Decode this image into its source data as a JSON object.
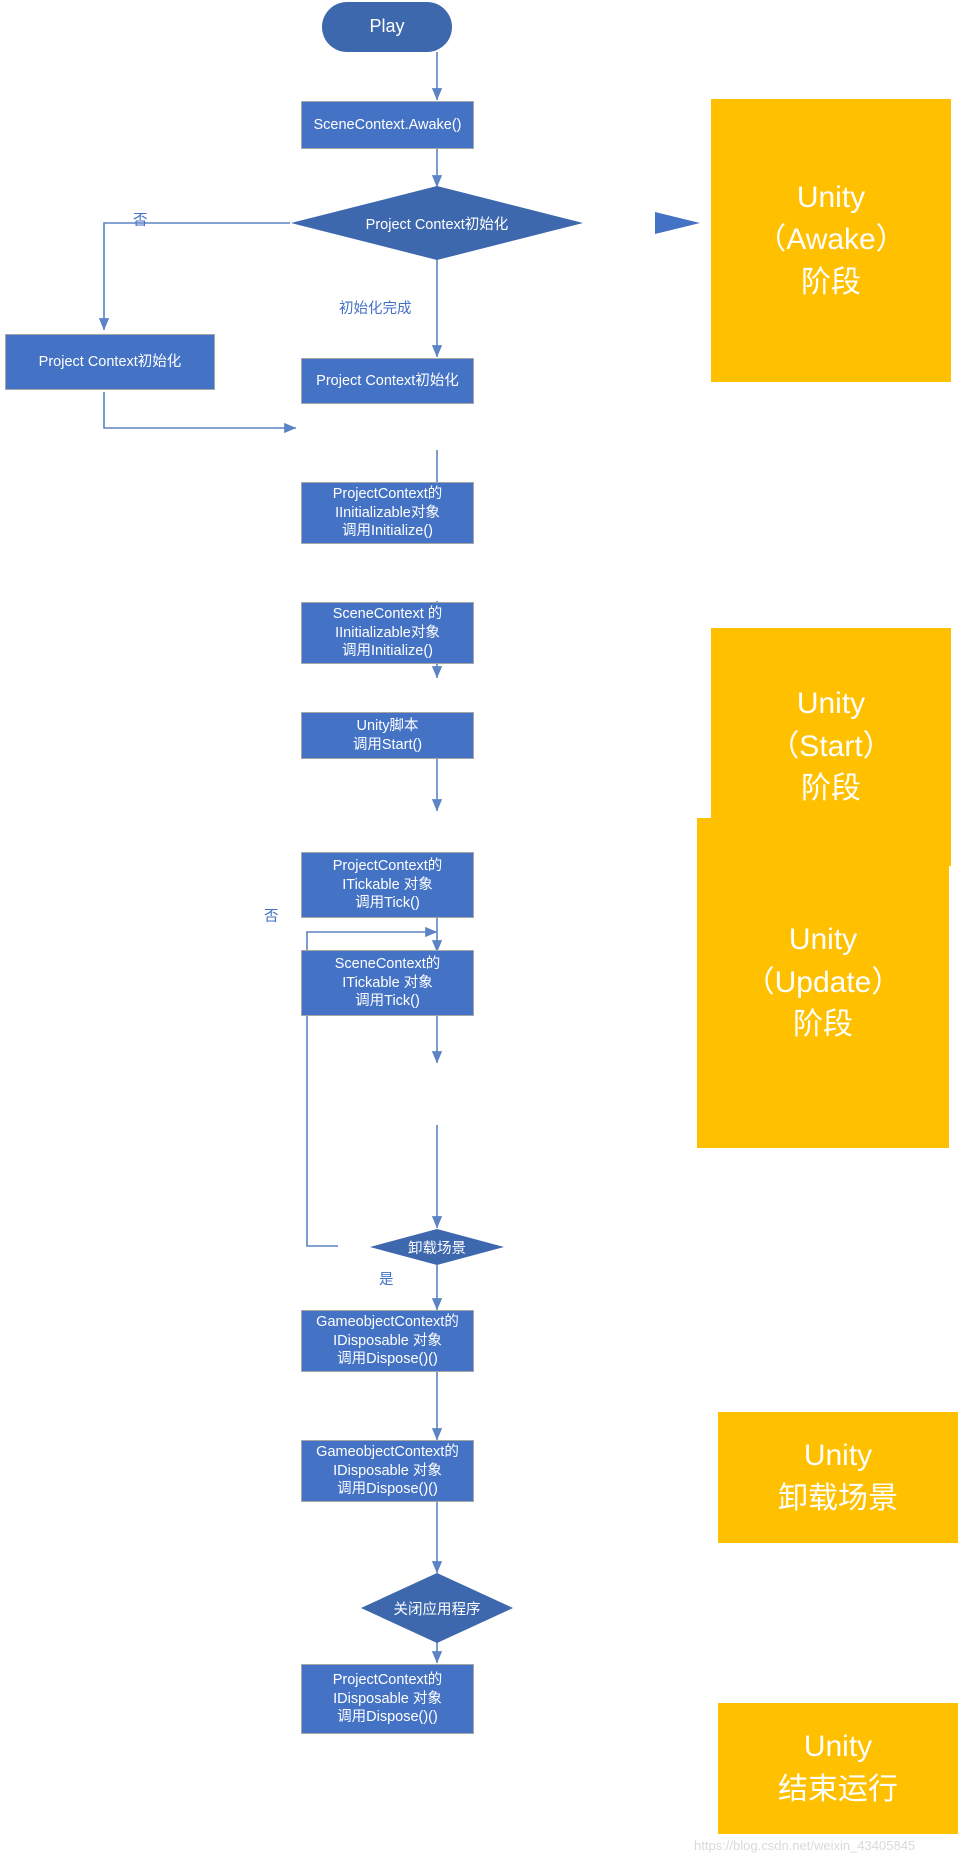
{
  "diagram": {
    "title": "Zenject Unity lifecycle flowchart",
    "colors": {
      "process_fill": "#4472c4",
      "terminator_fill": "#3d68ad",
      "decision_fill": "#3d68ad",
      "phase_fill": "#ffc000",
      "connector_stroke": "#5b84c4",
      "text_on_fill": "#ffffff",
      "edge_label": "#4472c4",
      "background": "#ffffff"
    }
  },
  "nodes": {
    "play": {
      "label": "Play",
      "shape": "terminator"
    },
    "scene_context_awake": {
      "label": "SceneContext.Awake()",
      "shape": "process"
    },
    "project_context_init_decision": {
      "label": "Project Context初始化",
      "shape": "decision"
    },
    "project_context_init_left": {
      "label": "Project Context初始化",
      "shape": "process"
    },
    "project_context_init_main": {
      "label": "Project Context初始化",
      "shape": "process"
    },
    "project_context_initializable": {
      "label": "ProjectContext的\nIInitializable对象\n调用Initialize()",
      "shape": "process"
    },
    "scene_context_initializable": {
      "label": "SceneContext 的\nIInitializable对象\n调用Initialize()",
      "shape": "process"
    },
    "unity_script_start": {
      "label": "Unity脚本\n调用Start()",
      "shape": "process"
    },
    "project_context_tickable": {
      "label": "ProjectContext的\nITickable 对象\n调用Tick()",
      "shape": "process"
    },
    "scene_context_tickable": {
      "label": "SceneContext的\nITickable 对象\n调用Tick()",
      "shape": "process"
    },
    "unload_scene_decision": {
      "label": "卸载场景",
      "shape": "decision"
    },
    "gameobject_context_disposable_1": {
      "label": "GameobjectContext的\nIDisposable 对象\n调用Dispose()()",
      "shape": "process"
    },
    "gameobject_context_disposable_2": {
      "label": "GameobjectContext的\nIDisposable 对象\n调用Dispose()()",
      "shape": "process"
    },
    "close_app_decision": {
      "label": "关闭应用程序",
      "shape": "decision"
    },
    "project_context_disposable": {
      "label": "ProjectContext的\nIDisposable 对象\n调用Dispose()()",
      "shape": "process"
    }
  },
  "edge_labels": {
    "no_to_project_init": "否",
    "init_complete": "初始化完成",
    "no_loop_back": "否",
    "yes_unload": "是"
  },
  "phases": {
    "awake": "Unity\n（Awake）\n阶段",
    "start": "Unity\n（Start）\n阶段",
    "update": "Unity\n（Update）\n阶段",
    "unload": "Unity\n卸载场景",
    "quit": "Unity\n结束运行"
  },
  "watermark": {
    "text": "https://blog.csdn.net/weixin_43405845"
  }
}
